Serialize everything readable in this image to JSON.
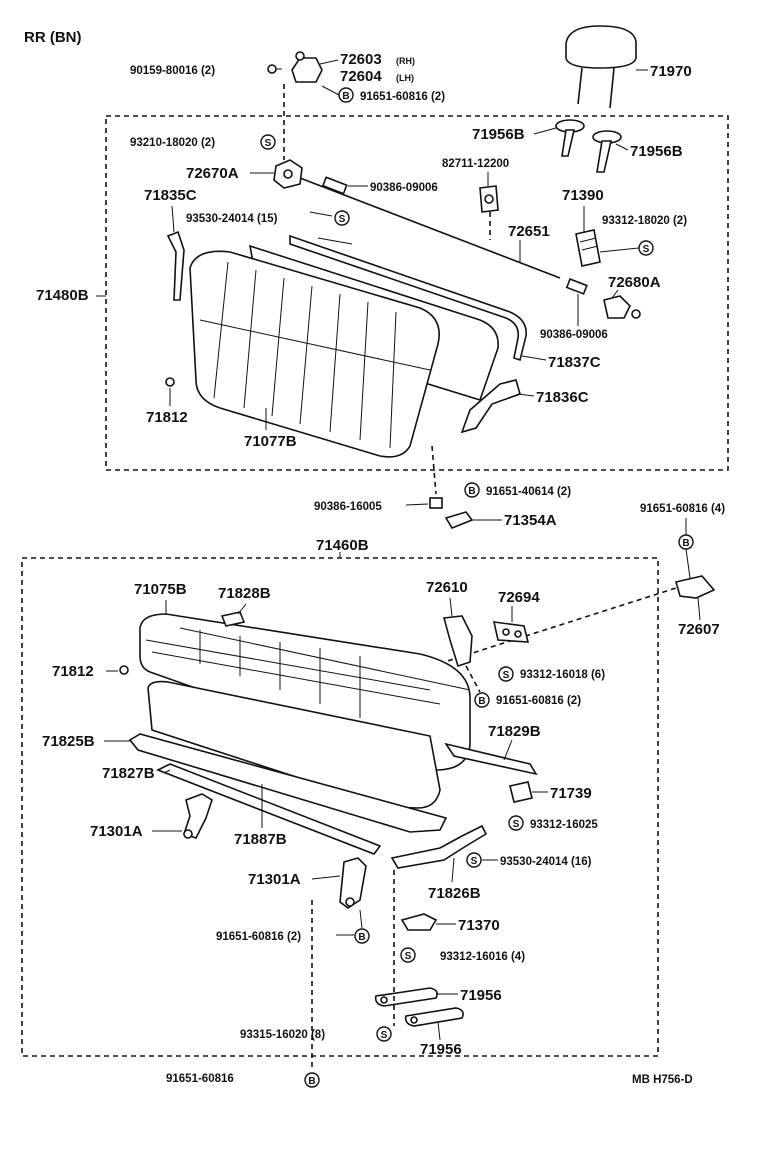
{
  "header": {
    "title": "RR (BN)"
  },
  "footer": {
    "code": "MB  H756-D"
  },
  "assemblies": {
    "upper": "71480B",
    "lower": "71460B"
  },
  "labels": {
    "p90159": "90159-80016 (2)",
    "p72603": "72603",
    "p72603_side": "(RH)",
    "p72604": "72604",
    "p72604_side": "(LH)",
    "p91651_60816_2a": "91651-60816 (2)",
    "p71970": "71970",
    "p71956B_l": "71956B",
    "p71956B_r": "71956B",
    "p93210": "93210-18020 (2)",
    "p82711": "82711-12200",
    "p72670A": "72670A",
    "p90386_09006a": "90386-09006",
    "p71390": "71390",
    "p71835C": "71835C",
    "p93530_15": "93530-24014 (15)",
    "p93312_18020": "93312-18020 (2)",
    "p72651": "72651",
    "p72680A": "72680A",
    "p90386_09006b": "90386-09006",
    "p71837C": "71837C",
    "p71836C": "71836C",
    "p71812a": "71812",
    "p71077B": "71077B",
    "p90386_16005": "90386-16005",
    "p91651_40614": "91651-40614 (2)",
    "p71354A": "71354A",
    "p91651_60816_4": "91651-60816 (4)",
    "p72607": "72607",
    "p71075B": "71075B",
    "p71828B": "71828B",
    "p72610": "72610",
    "p72694": "72694",
    "p71812b": "71812",
    "p93312_16018": "93312-16018 (6)",
    "p91651_60816_2b": "91651-60816 (2)",
    "p71825B": "71825B",
    "p71829B": "71829B",
    "p71827B": "71827B",
    "p71739": "71739",
    "p93312_16025": "93312-16025",
    "p71301A_l": "71301A",
    "p71887B": "71887B",
    "p93530_16": "93530-24014 (16)",
    "p71826B": "71826B",
    "p71301A_c": "71301A",
    "p71370": "71370",
    "p91651_60816_2c": "91651-60816 (2)",
    "p93312_16016": "93312-16016 (4)",
    "p71956_a": "71956",
    "p93315": "93315-16020 (8)",
    "p71956_b": "71956",
    "p91651_60816_single": "91651-60816"
  },
  "symbols": {
    "s": "S",
    "b": "B"
  }
}
